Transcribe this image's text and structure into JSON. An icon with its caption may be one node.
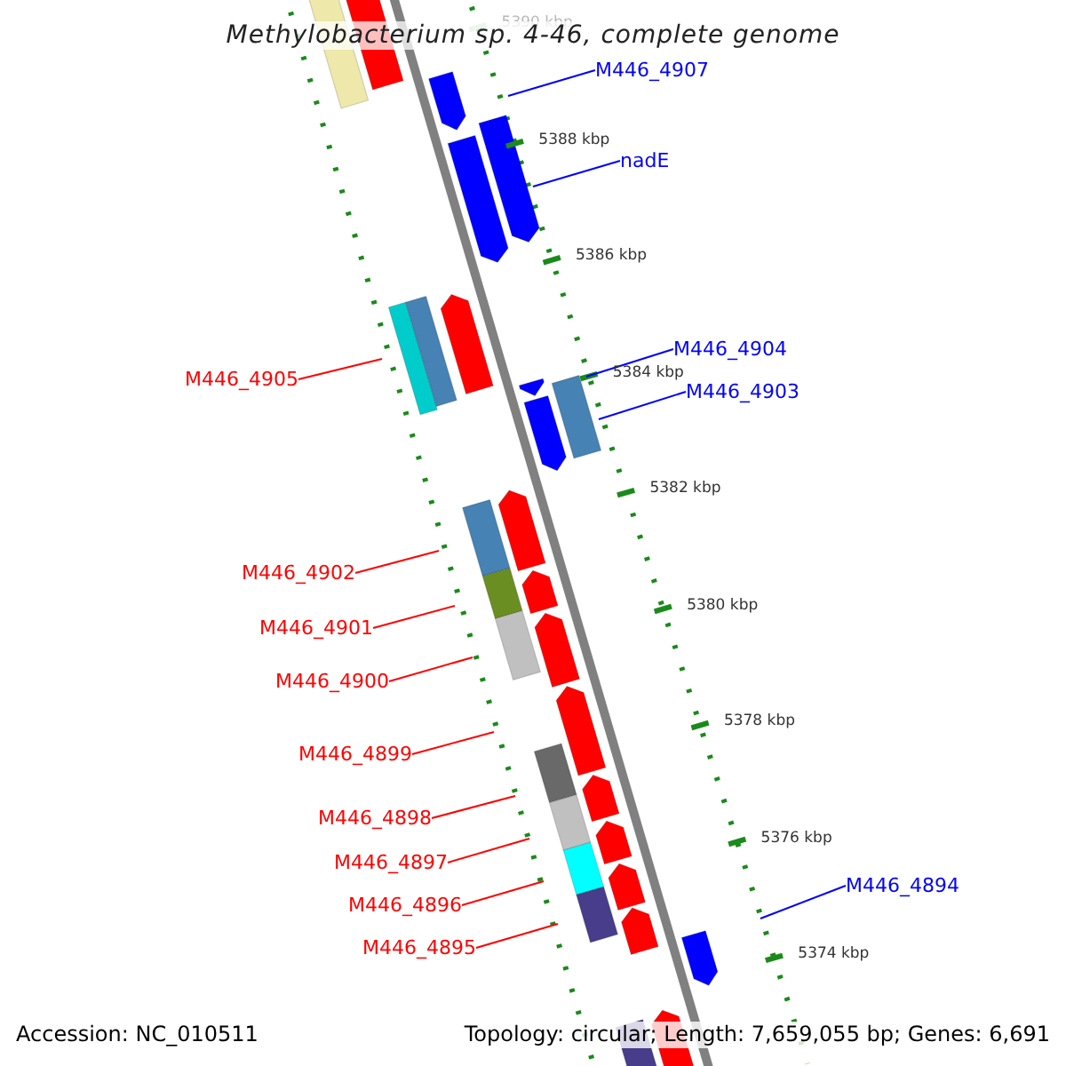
{
  "diagram": {
    "title": "Methylobacterium sp. 4-46, complete genome",
    "nodes": [
      {
        "text": [
          "M446_4907"
        ]
      },
      {
        "text": [
          "nadE"
        ]
      },
      {
        "text": [
          "M446_4904"
        ]
      },
      {
        "text": [
          "M446_4905"
        ]
      },
      {
        "text": [
          "M446_4903"
        ]
      },
      {
        "text": [
          "M446_4902"
        ]
      },
      {
        "text": [
          "M446_4901"
        ]
      },
      {
        "text": [
          "M446_4900"
        ]
      },
      {
        "text": [
          "M446_4899"
        ]
      },
      {
        "text": [
          "M446_4898"
        ]
      },
      {
        "text": [
          "M446_4897"
        ]
      },
      {
        "text": [
          "M446_4896"
        ]
      },
      {
        "text": [
          "M446_4895"
        ]
      },
      {
        "text": [
          "M446_4894"
        ]
      }
    ],
    "edges": [
      {
        "from": 0,
        "to": null,
        "arrow": "none",
        "color": "#0000ff"
      },
      {
        "from": 1,
        "to": null,
        "arrow": "none",
        "color": "#0000ff"
      },
      {
        "from": 2,
        "to": null,
        "arrow": "none",
        "color": "#0000ff"
      },
      {
        "from": 3,
        "to": null,
        "arrow": "none"
      },
      {
        "from": 4,
        "to": null,
        "arrow": "none",
        "color": "#0000ff"
      },
      {
        "from": 5,
        "to": null,
        "arrow": "none"
      },
      {
        "from": 6,
        "to": null,
        "arrow": "none"
      },
      {
        "from": 7,
        "to": null,
        "arrow": "none"
      },
      {
        "from": 8,
        "to": null,
        "arrow": "none"
      },
      {
        "from": 9,
        "to": null,
        "arrow": "none"
      },
      {
        "from": 10,
        "to": null,
        "arrow": "none"
      },
      {
        "from": 11,
        "to": null,
        "arrow": "none"
      },
      {
        "from": 12,
        "to": null,
        "arrow": "none"
      },
      {
        "from": 13,
        "to": null,
        "arrow": "none",
        "color": "#0000ff"
      }
    ],
    "labels": [
      "5390 kbp",
      "5388 kbp",
      "5386 kbp",
      "5384 kbp",
      "5382 kbp",
      "5380 kbp",
      "5378 kbp",
      "5376 kbp",
      "5374 kbp",
      "Accession: NC_010511",
      "Topology: circular; Length: 7,659,055 bp; Genes: 6,691"
    ]
  }
}
